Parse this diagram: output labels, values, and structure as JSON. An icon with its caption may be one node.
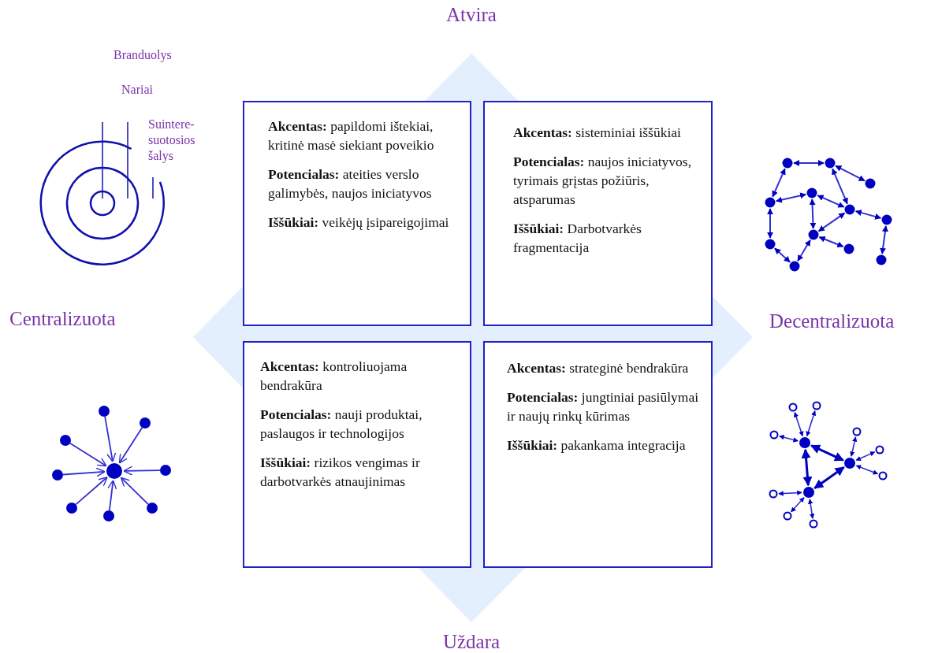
{
  "diagram": {
    "nodes": [
      {
        "text": [
          "**Akcentas:** papildomi ištekiai, kritinė masė siekiant poveikio",
          "**Potencialas:** ateities verslo galimybės, naujos iniciatyvos",
          "**Iššūkiai:** veikėjų įsipareigojimai"
        ]
      },
      {
        "text": [
          "**Akcentas:** sisteminiai iššūkiai",
          "**Potencialas:** naujos iniciatyvos, tyrimais grįstas požiūris, atsparumas",
          "**Iššūkiai:** Darbotvarkės fragmentacija"
        ]
      },
      {
        "text": [
          "**Akcentas:** kontroliuojama bendrakūra",
          "**Potencialas:** nauji produktai, paslaugos ir technologijos",
          "**Iššūkiai:** rizikos vengimas ir darbotvarkės atnaujinimas"
        ]
      },
      {
        "text": [
          "**Akcentas:** strateginė bendrakūra",
          "**Potencialas:** jungtiniai pasiūlymai ir naujų rinkų kūrimas",
          "**Iššūkiai:** pakankama integracija"
        ]
      }
    ],
    "labels": [
      "Atvira",
      "Branduolys",
      "Nariai",
      "Suintere-suotosios šalys",
      "Centralizuota",
      "Decentralizuota",
      "Uždara"
    ]
  }
}
